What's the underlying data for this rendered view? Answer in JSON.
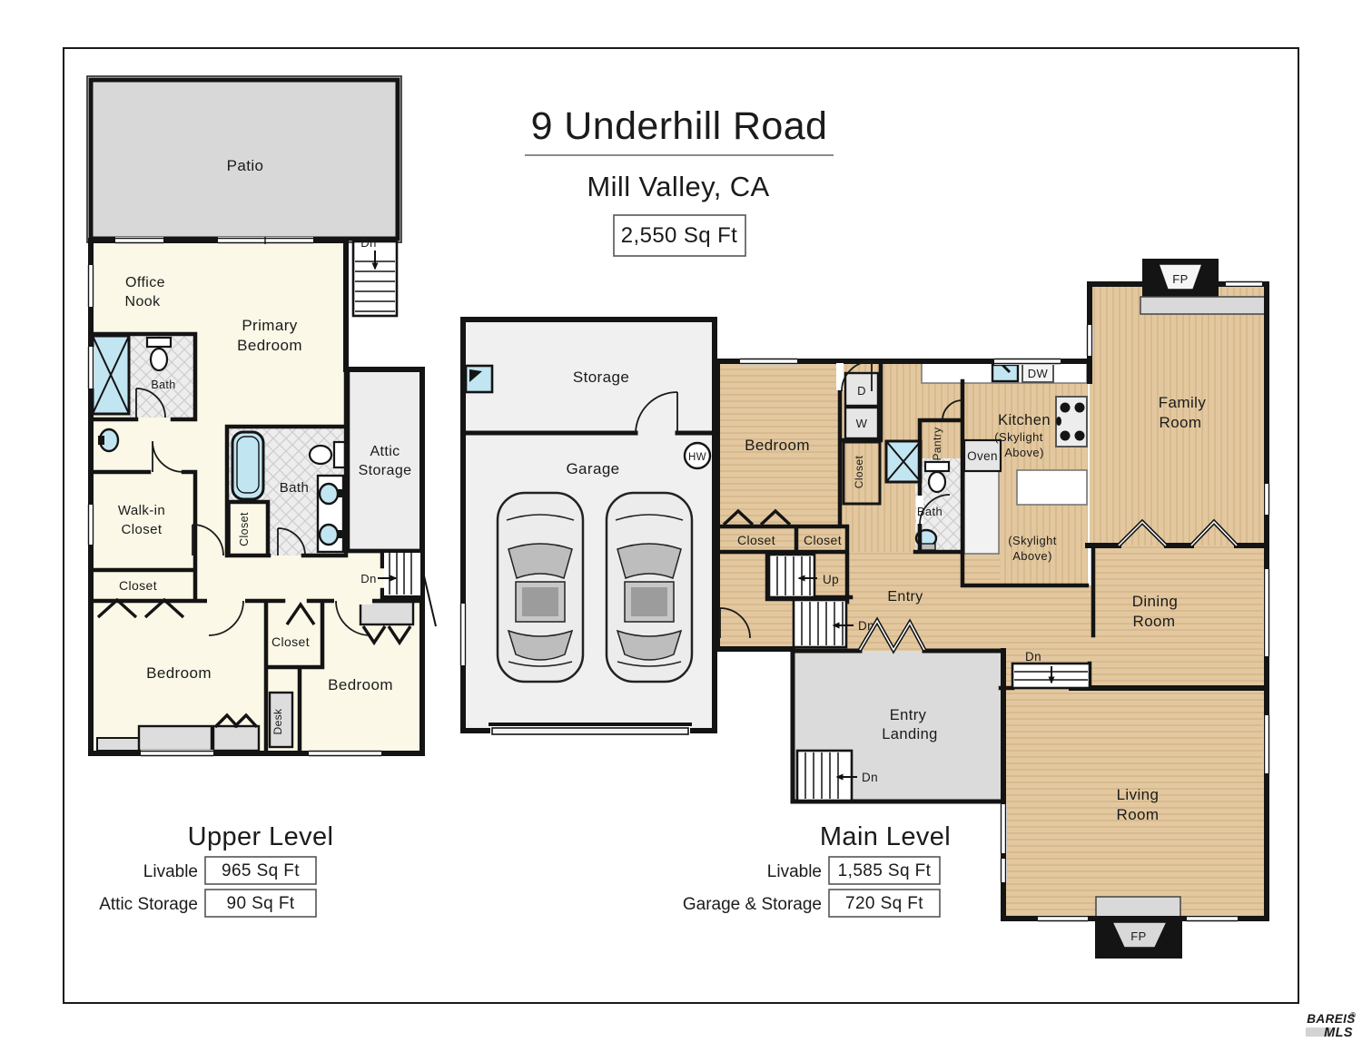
{
  "title": {
    "address": "9 Underhill Road",
    "city": "Mill Valley, CA",
    "total_area": "2,550 Sq Ft"
  },
  "common_labels": {
    "closet": "Closet",
    "bath": "Bath",
    "bedroom": "Bedroom",
    "dn": "Dn",
    "fp": "FP"
  },
  "upper_level": {
    "heading": "Upper Level",
    "stats": [
      {
        "label": "Livable",
        "value": "965 Sq Ft"
      },
      {
        "label": "Attic Storage",
        "value": "90 Sq Ft"
      }
    ],
    "labels": {
      "patio": "Patio",
      "office_nook": [
        "Office",
        "Nook"
      ],
      "primary_bedroom": [
        "Primary",
        "Bedroom"
      ],
      "walk_in_closet": [
        "Walk-in",
        "Closet"
      ],
      "attic_storage": [
        "Attic",
        "Storage"
      ],
      "desk": "Desk"
    }
  },
  "main_level": {
    "heading": "Main Level",
    "stats": [
      {
        "label": "Livable",
        "value": "1,585 Sq Ft"
      },
      {
        "label": "Garage & Storage",
        "value": "720 Sq Ft"
      }
    ],
    "labels": {
      "storage": "Storage",
      "garage": "Garage",
      "water_heater": "HW",
      "up": "Up",
      "dryer": "D",
      "washer": "W",
      "dishwasher": "DW",
      "pantry": "Pantry",
      "oven": "Oven",
      "kitchen": [
        "Kitchen",
        "(Skylight",
        "Above)"
      ],
      "skylight_note": [
        "(Skylight",
        "Above)"
      ],
      "family_room": [
        "Family",
        "Room"
      ],
      "dining_room": [
        "Dining",
        "Room"
      ],
      "entry": "Entry",
      "entry_landing": [
        "Entry",
        "Landing"
      ],
      "living_room": [
        "Living",
        "Room"
      ]
    }
  },
  "watermark": {
    "brand": "BAREIS",
    "reg": "®",
    "suffix": "MLS"
  }
}
